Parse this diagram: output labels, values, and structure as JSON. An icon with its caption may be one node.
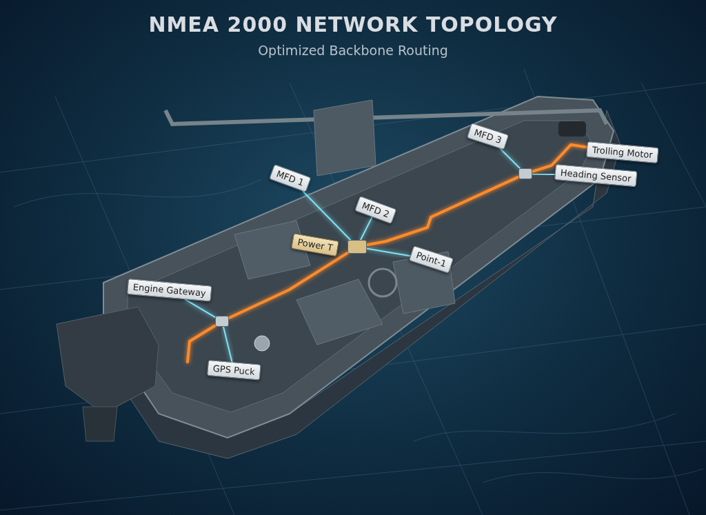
{
  "diagram": {
    "title": "NMEA 2000 NETWORK TOPOLOGY",
    "nodes": [
      {
        "text": [
          "MFD 3"
        ]
      },
      {
        "text": [
          "Trolling Motor"
        ]
      },
      {
        "text": [
          "Heading Sensor"
        ]
      },
      {
        "text": [
          "MFD 1"
        ]
      },
      {
        "text": [
          "MFD 2"
        ]
      },
      {
        "text": [
          "Power T"
        ]
      },
      {
        "text": [
          "Point-1"
        ]
      },
      {
        "text": [
          "Engine Gateway"
        ]
      },
      {
        "text": [
          "GPS Puck"
        ]
      },
      {
        "text": [],
        "shape": "box"
      },
      {
        "text": [],
        "shape": "box"
      },
      {
        "text": [],
        "shape": "box"
      }
    ],
    "edges": [
      {
        "from": null,
        "to": 9,
        "arrow": "none",
        "style": "thick",
        "color": "#ff8a2a"
      },
      {
        "from": 9,
        "to": 10,
        "arrow": "none",
        "style": "thick",
        "color": "#ff8a2a"
      },
      {
        "from": 10,
        "to": 11,
        "arrow": "none",
        "style": "thick",
        "color": "#ff8a2a"
      },
      {
        "from": 11,
        "to": 1,
        "arrow": "none",
        "style": "thick",
        "color": "#ff8a2a"
      },
      {
        "from": 9,
        "to": 7,
        "arrow": "none"
      },
      {
        "from": 9,
        "to": 8,
        "arrow": "none"
      },
      {
        "from": 10,
        "to": 3,
        "arrow": "none"
      },
      {
        "from": 10,
        "to": 4,
        "arrow": "none"
      },
      {
        "from": 10,
        "to": 6,
        "arrow": "none"
      },
      {
        "from": 11,
        "to": 0,
        "arrow": "none"
      },
      {
        "from": 11,
        "to": 2,
        "arrow": "none"
      }
    ],
    "labels": [
      "Optimized Backbone Routing"
    ]
  }
}
